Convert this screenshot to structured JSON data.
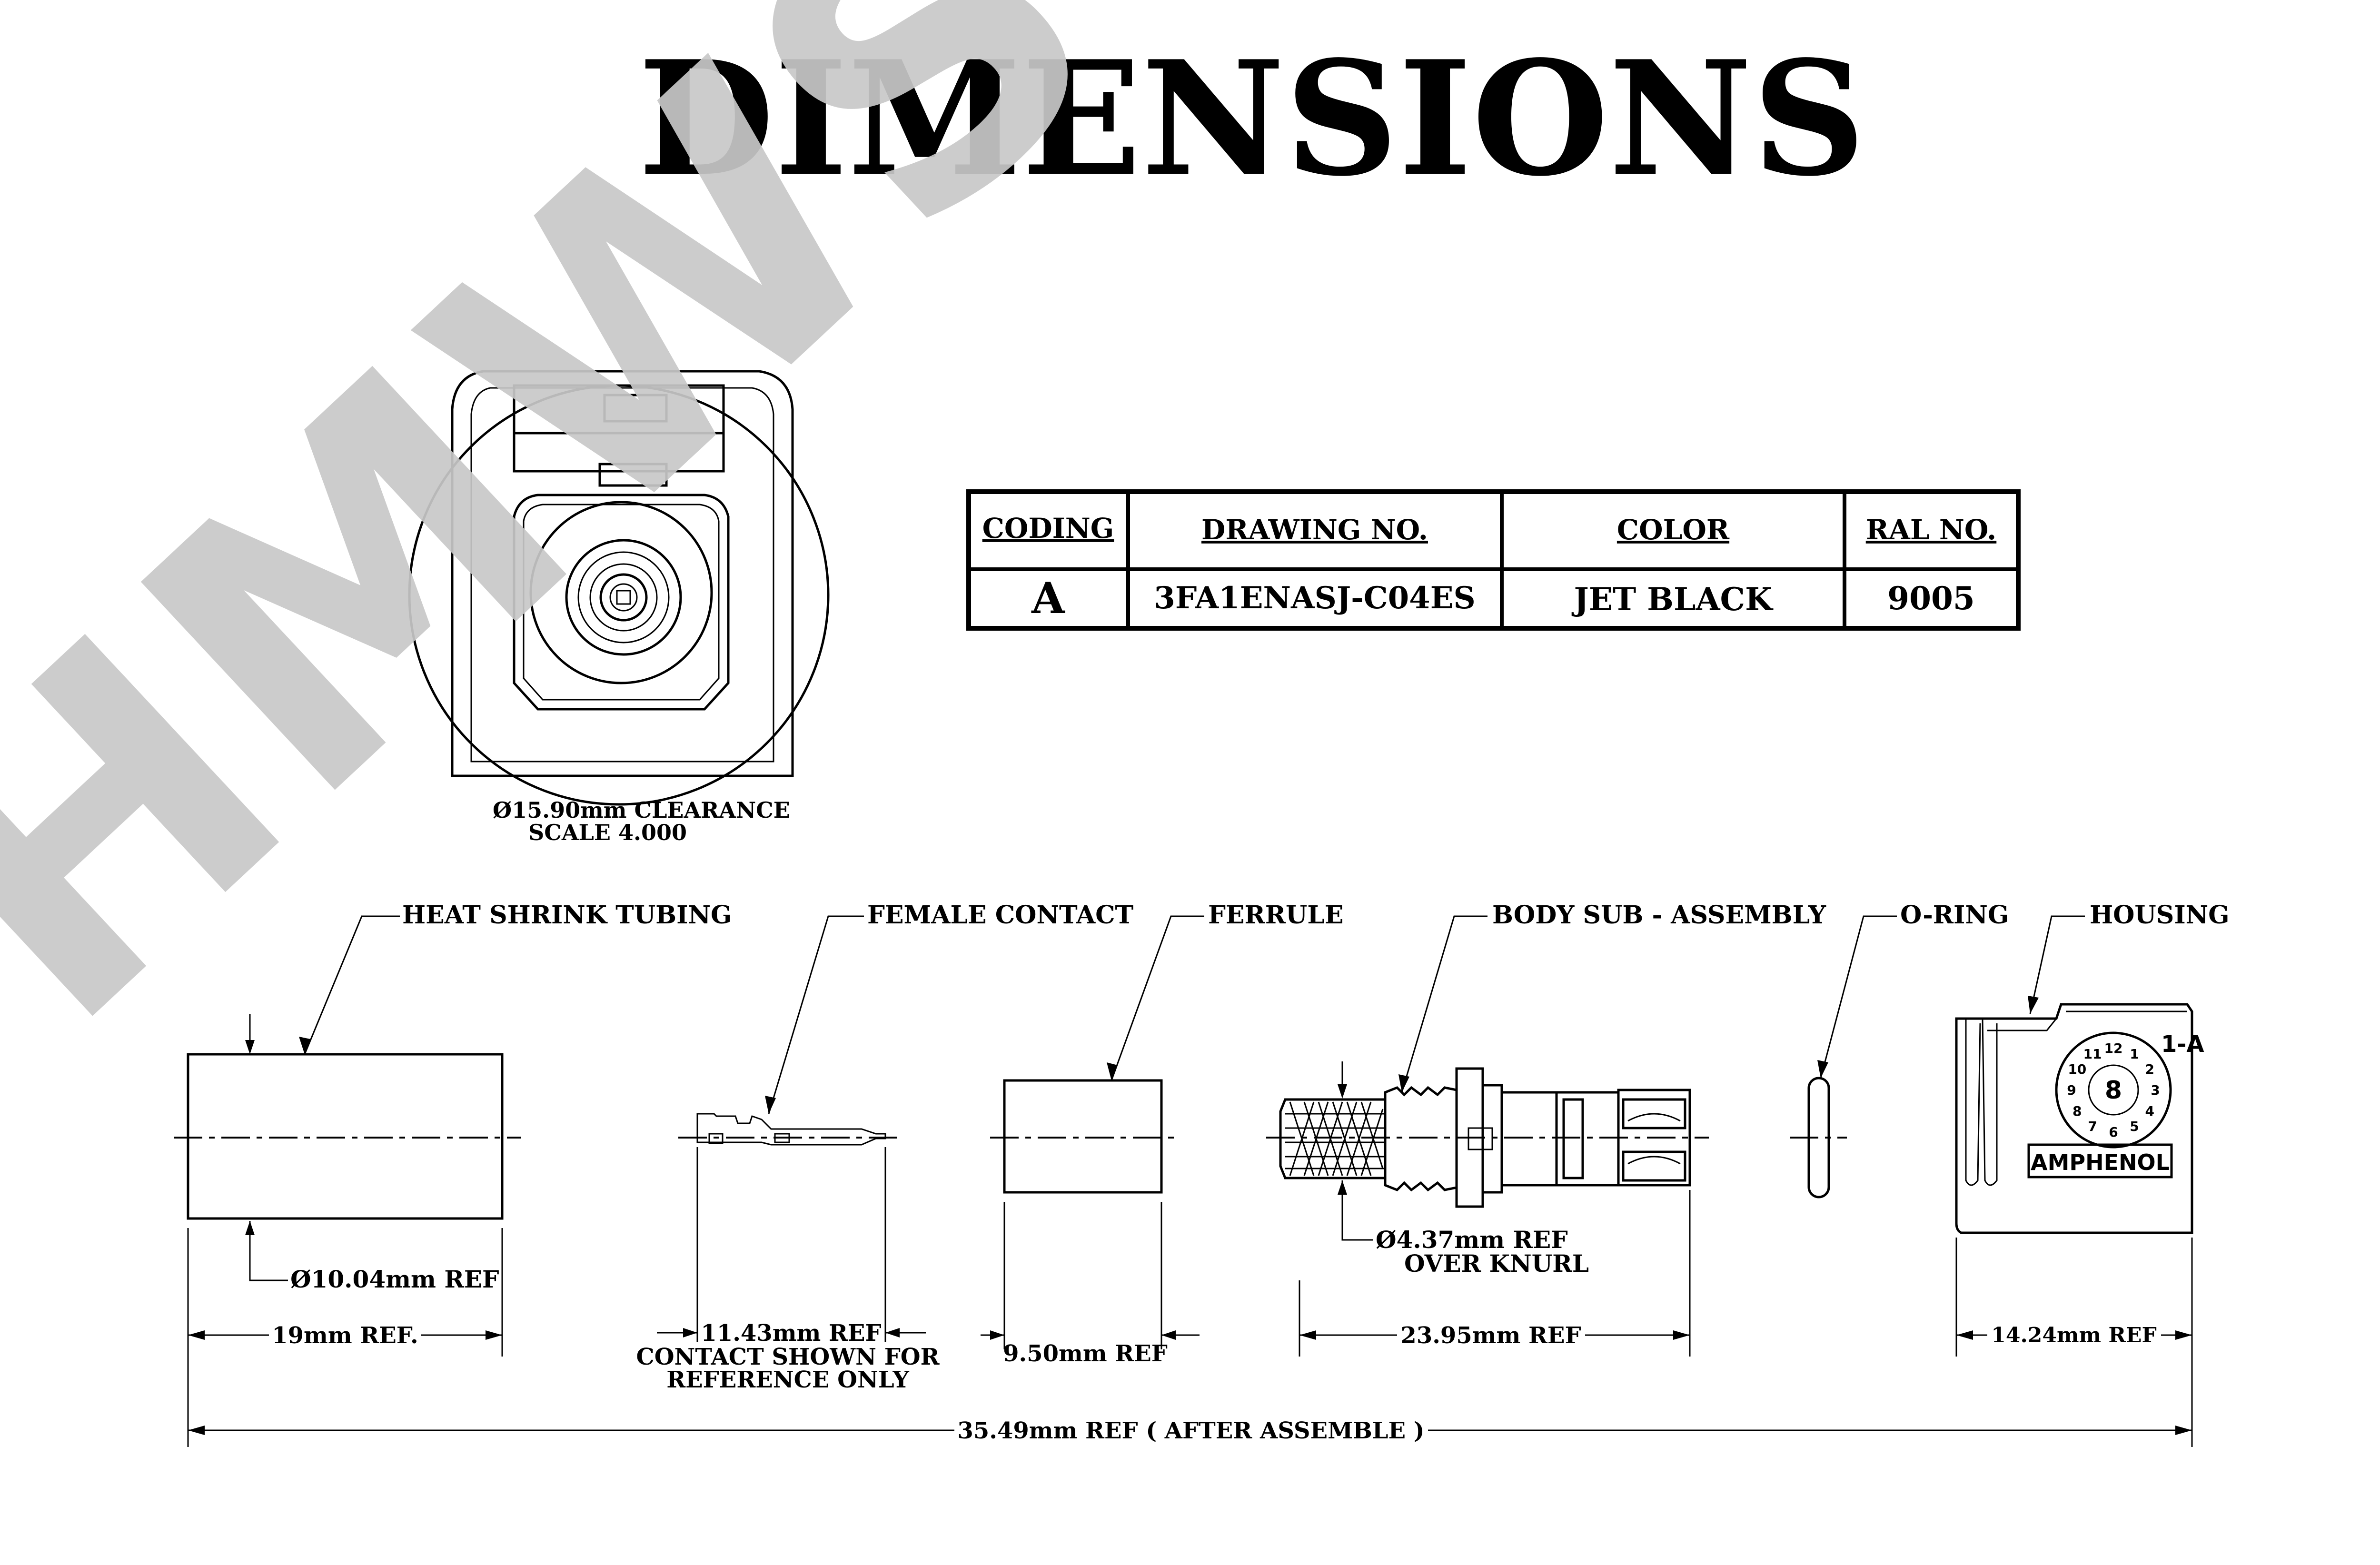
{
  "title": "DIMENSIONS",
  "watermark": "HMWS",
  "front_view": {
    "clearance": "Ø15.90mm  CLEARANCE",
    "scale": "SCALE 4.000"
  },
  "table": {
    "headers": [
      "CODING",
      "DRAWING NO.",
      "COLOR",
      "RAL NO."
    ],
    "row": [
      "A",
      "3FA1ENASJ-C04ES",
      "JET BLACK",
      "9005"
    ]
  },
  "callouts": {
    "heat_shrink": "HEAT SHRINK TUBING",
    "female_contact": "FEMALE CONTACT",
    "ferrule": "FERRULE",
    "body": "BODY SUB - ASSEMBLY",
    "oring": "O-RING",
    "housing": "HOUSING"
  },
  "dimensions": {
    "tubing_dia": "Ø10.04mm REF",
    "tubing_len": "19mm REF.",
    "contact_len": "11.43mm REF",
    "contact_note_1": "CONTACT SHOWN FOR",
    "contact_note_2": "REFERENCE ONLY",
    "ferrule_len": "9.50mm REF",
    "knurl_dia": "Ø4.37mm REF",
    "knurl_note": "OVER KNURL",
    "body_len": "23.95mm REF",
    "housing_len": "14.24mm REF",
    "overall_len": "35.49mm REF  ( AFTER ASSEMBLE )"
  },
  "housing_marks": {
    "brand": "AMPHENOL",
    "code": "1-A",
    "dial_numbers": [
      "12",
      "1",
      "2",
      "3",
      "4",
      "5",
      "6",
      "7",
      "8",
      "9",
      "10",
      "11"
    ],
    "dial_center": "8"
  },
  "colors": {
    "ink": "#000000",
    "watermark": "#c8c8c8",
    "paper": "#ffffff"
  }
}
